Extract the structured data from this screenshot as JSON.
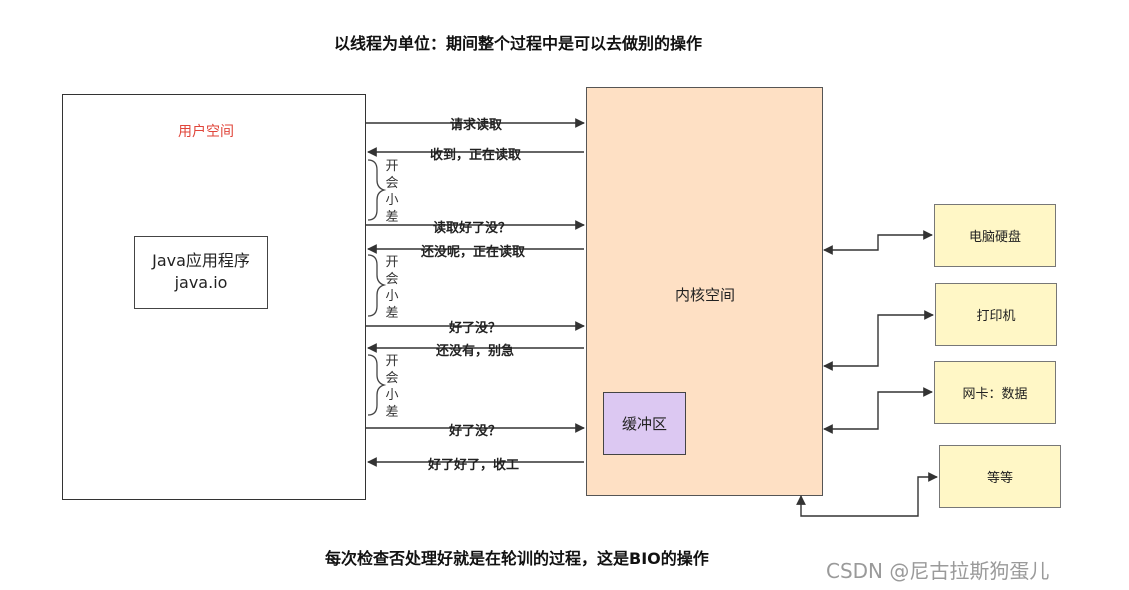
{
  "title_top": "以线程为单位：期间整个过程中是可以去做别的操作",
  "title_bottom": "每次检查否处理好就是在轮训的过程，这是BIO的操作",
  "user_space": {
    "label": "用户空间"
  },
  "java_app": {
    "line1": "Java应用程序",
    "line2": "java.io"
  },
  "kernel_space": {
    "label": "内核空间"
  },
  "buffer": {
    "label": "缓冲区"
  },
  "devices": [
    "电脑硬盘",
    "打印机",
    "网卡：数据",
    "等等"
  ],
  "messages": [
    "请求读取",
    "收到，正在读取",
    "读取好了没？",
    "还没呢，正在读取",
    "好了没？",
    "还没有，别急",
    "好了没？",
    "好了好了，收工"
  ],
  "brace_text": [
    "开",
    "会",
    "小",
    "差"
  ],
  "watermark": "CSDN @尼古拉斯狗蛋儿"
}
